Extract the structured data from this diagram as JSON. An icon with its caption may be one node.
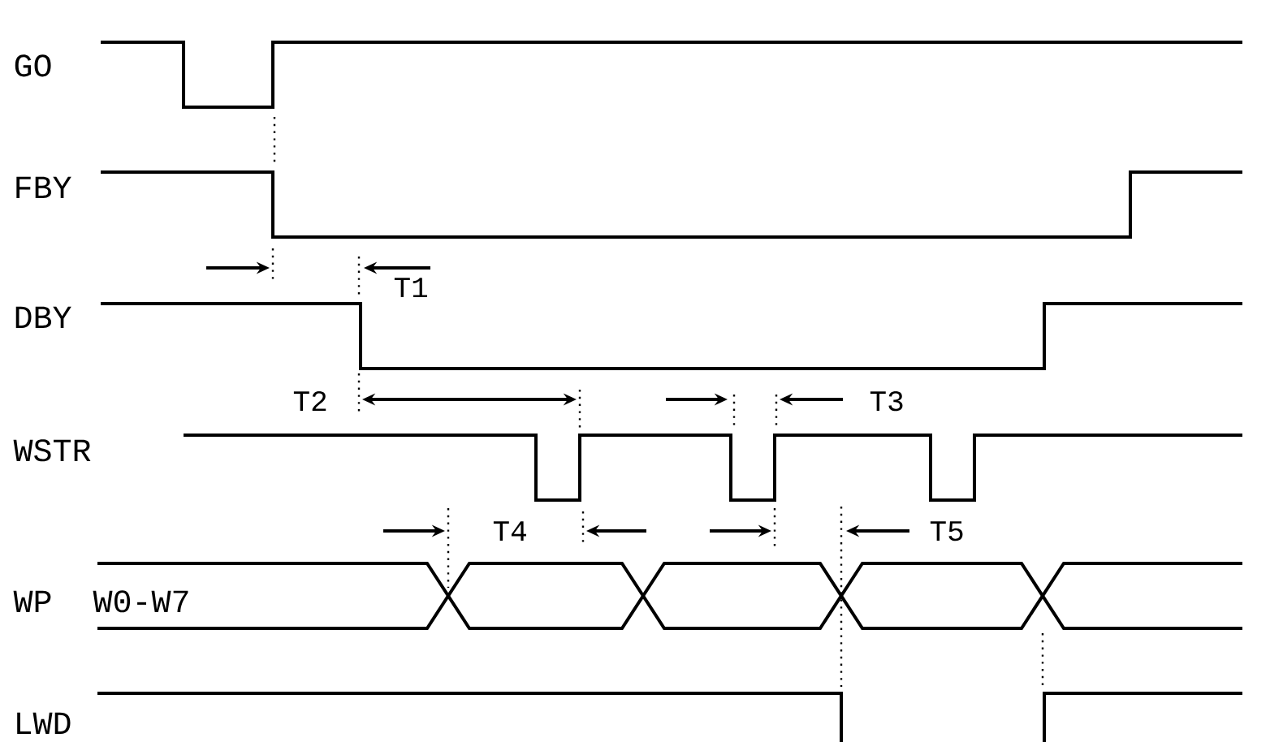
{
  "diagram": {
    "labels": [
      "GO",
      "FBY",
      "T1",
      "DBY",
      "T2",
      "T3",
      "WSTR",
      "T4",
      "T5",
      "WP",
      "W0-W7",
      "LWD"
    ]
  }
}
